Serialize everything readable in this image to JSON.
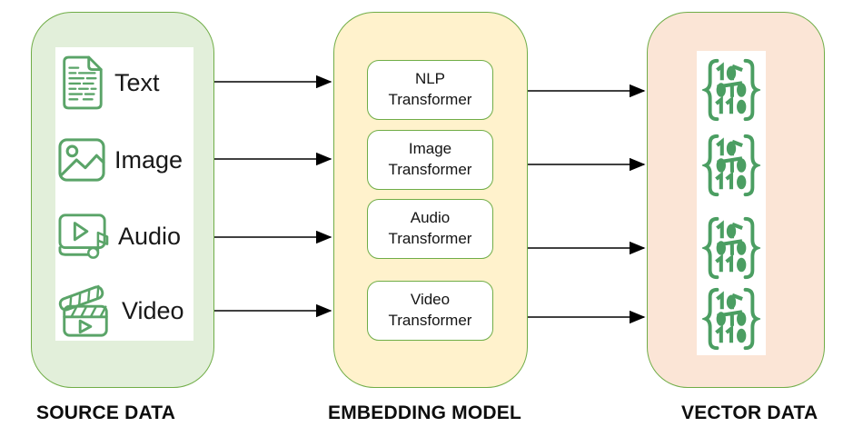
{
  "diagram": {
    "source": {
      "title": "SOURCE DATA",
      "items": [
        {
          "label": "Text",
          "icon": "document-icon"
        },
        {
          "label": "Image",
          "icon": "image-icon"
        },
        {
          "label": "Audio",
          "icon": "audio-icon"
        },
        {
          "label": "Video",
          "icon": "video-icon"
        }
      ]
    },
    "embedding": {
      "title": "EMBEDDING MODEL",
      "items": [
        {
          "label": "NLP Transformer",
          "line1": "NLP",
          "line2": "Transformer"
        },
        {
          "label": "Image Transformer",
          "line1": "Image",
          "line2": "Transformer"
        },
        {
          "label": "Audio Transformer",
          "line1": "Audio",
          "line2": "Transformer"
        },
        {
          "label": "Video Transformer",
          "line1": "Video",
          "line2": "Transformer"
        }
      ]
    },
    "vector": {
      "title": "VECTOR DATA",
      "icon": "binary-matrix-icon",
      "matrix_rows": [
        "101",
        "010",
        "110"
      ],
      "matrix_count": 4
    },
    "arrows": {
      "source_to_embedding_count": 4,
      "embedding_to_vector_count": 4
    },
    "colors": {
      "source_fill": "#e2efda",
      "embedding_fill": "#fff2cc",
      "vector_fill": "#fbe5d6",
      "panel_border": "#70ad47",
      "icon_green": "#5aa468",
      "binary_green": "#4b9e62",
      "arrow": "#000000",
      "title_text": "#0d0d0d"
    }
  }
}
